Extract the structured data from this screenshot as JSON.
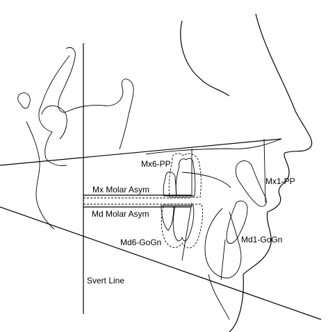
{
  "labels": {
    "mx6_pp": "Mx6-PP",
    "mx_molar_asym": "Mx Molar Asym",
    "md_molar_asym": "Md Molar Asym",
    "md6_gogn": "Md6-GoGn",
    "mx1_pp": "Mx1-PP",
    "md1_gogn": "Md1-GoGn",
    "svert_line": "Svert Line"
  },
  "colors": {
    "line": "#000000",
    "background": "#ffffff"
  }
}
